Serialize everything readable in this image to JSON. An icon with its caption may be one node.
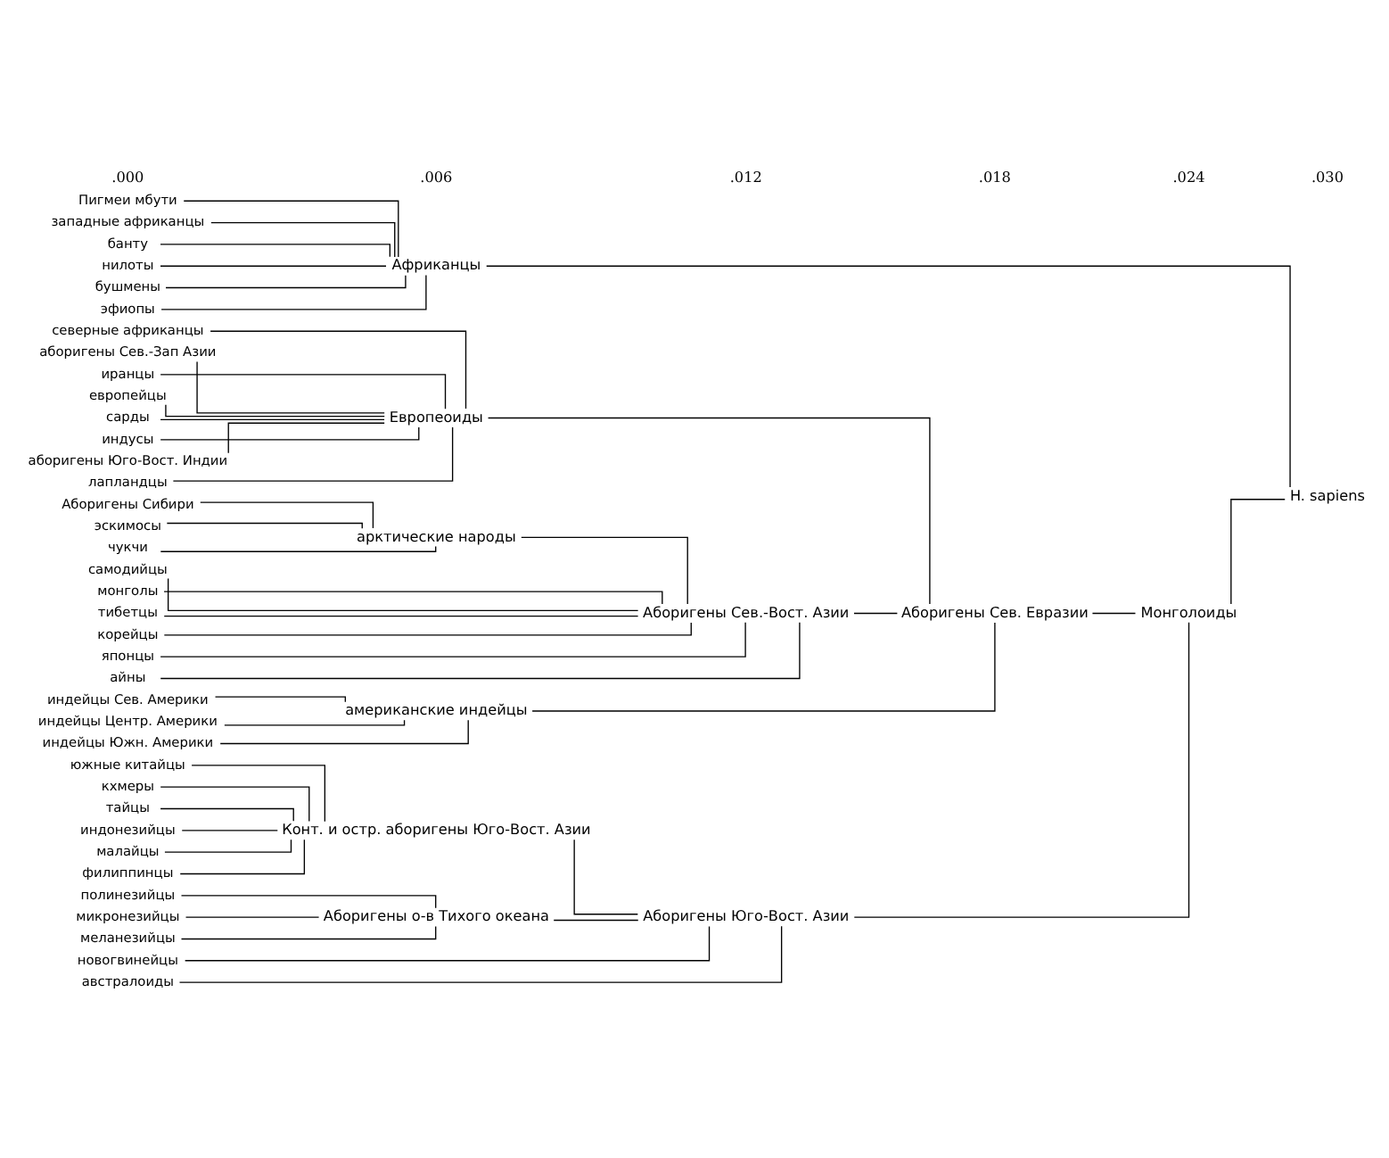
{
  "diagram": {
    "nodes": [
      {
        "text": [
          "H. sapiens"
        ]
      },
      {
        "text": [
          "Африканцы"
        ]
      },
      {
        "text": [
          "Монголоиды"
        ]
      },
      {
        "text": [
          "Аборигены Сев. Евразии"
        ]
      },
      {
        "text": [
          "Европеоиды"
        ]
      },
      {
        "text": [
          "Аборигены Сев.-Вост. Азии"
        ]
      },
      {
        "text": [
          "арктические народы"
        ]
      },
      {
        "text": [
          "американские индейцы"
        ]
      },
      {
        "text": [
          "Аборигены Юго-Вост. Азии"
        ]
      },
      {
        "text": [
          "Конт. и остр. аборигены Юго-Вост. Азии"
        ]
      },
      {
        "text": [
          "Аборигены о-в Тихого океана"
        ]
      },
      {
        "text": [
          "Пигмеи мбути"
        ]
      },
      {
        "text": [
          "западные африканцы"
        ]
      },
      {
        "text": [
          "банту"
        ]
      },
      {
        "text": [
          "нилоты"
        ]
      },
      {
        "text": [
          "бушмены"
        ]
      },
      {
        "text": [
          "эфиопы"
        ]
      },
      {
        "text": [
          "северные африканцы"
        ]
      },
      {
        "text": [
          "аборигены Сев.-Зап Азии"
        ]
      },
      {
        "text": [
          "иранцы"
        ]
      },
      {
        "text": [
          "европейцы"
        ]
      },
      {
        "text": [
          "сарды"
        ]
      },
      {
        "text": [
          "индусы"
        ]
      },
      {
        "text": [
          "аборигены Юго-Вост. Индии"
        ]
      },
      {
        "text": [
          "лапландцы"
        ]
      },
      {
        "text": [
          "самодийцы"
        ]
      },
      {
        "text": [
          "монголы"
        ]
      },
      {
        "text": [
          "тибетцы"
        ]
      },
      {
        "text": [
          "корейцы"
        ]
      },
      {
        "text": [
          "японцы"
        ]
      },
      {
        "text": [
          "айны"
        ]
      },
      {
        "text": [
          "Аборигены Сибири"
        ]
      },
      {
        "text": [
          "эскимосы"
        ]
      },
      {
        "text": [
          "чукчи"
        ]
      },
      {
        "text": [
          "индейцы Сев. Америки"
        ]
      },
      {
        "text": [
          "индейцы Центр. Америки"
        ]
      },
      {
        "text": [
          "индейцы Южн. Америки"
        ]
      },
      {
        "text": [
          "южные китайцы"
        ]
      },
      {
        "text": [
          "кхмеры"
        ]
      },
      {
        "text": [
          "тайцы"
        ]
      },
      {
        "text": [
          "индонезийцы"
        ]
      },
      {
        "text": [
          "малайцы"
        ]
      },
      {
        "text": [
          "филиппинцы"
        ]
      },
      {
        "text": [
          "полинезийцы"
        ]
      },
      {
        "text": [
          "микронезийцы"
        ]
      },
      {
        "text": [
          "меланезийцы"
        ]
      },
      {
        "text": [
          "новогвинейцы"
        ]
      },
      {
        "text": [
          "австралоиды"
        ]
      }
    ],
    "edges": [
      {
        "from": 0,
        "to": 1,
        "arrow": "none"
      },
      {
        "from": 0,
        "to": 2,
        "arrow": "none"
      },
      {
        "from": 2,
        "to": 3,
        "arrow": "none"
      },
      {
        "from": 2,
        "to": 8,
        "arrow": "none"
      },
      {
        "from": 3,
        "to": 4,
        "arrow": "none"
      },
      {
        "from": 3,
        "to": 5,
        "arrow": "none"
      },
      {
        "from": 3,
        "to": 7,
        "arrow": "none"
      },
      {
        "from": 5,
        "to": 6,
        "arrow": "none"
      },
      {
        "from": 8,
        "to": 9,
        "arrow": "none"
      },
      {
        "from": 8,
        "to": 10,
        "arrow": "none"
      },
      {
        "from": 8,
        "to": 46,
        "arrow": "none"
      },
      {
        "from": 8,
        "to": 47,
        "arrow": "none"
      },
      {
        "from": 1,
        "to": 11,
        "arrow": "none"
      },
      {
        "from": 1,
        "to": 12,
        "arrow": "none"
      },
      {
        "from": 1,
        "to": 13,
        "arrow": "none"
      },
      {
        "from": 1,
        "to": 14,
        "arrow": "none"
      },
      {
        "from": 1,
        "to": 15,
        "arrow": "none"
      },
      {
        "from": 1,
        "to": 16,
        "arrow": "none"
      },
      {
        "from": 4,
        "to": 17,
        "arrow": "none"
      },
      {
        "from": 4,
        "to": 18,
        "arrow": "none"
      },
      {
        "from": 4,
        "to": 19,
        "arrow": "none"
      },
      {
        "from": 4,
        "to": 20,
        "arrow": "none"
      },
      {
        "from": 4,
        "to": 21,
        "arrow": "none"
      },
      {
        "from": 4,
        "to": 22,
        "arrow": "none"
      },
      {
        "from": 4,
        "to": 23,
        "arrow": "none"
      },
      {
        "from": 4,
        "to": 24,
        "arrow": "none"
      },
      {
        "from": 5,
        "to": 25,
        "arrow": "none"
      },
      {
        "from": 5,
        "to": 26,
        "arrow": "none"
      },
      {
        "from": 5,
        "to": 27,
        "arrow": "none"
      },
      {
        "from": 5,
        "to": 28,
        "arrow": "none"
      },
      {
        "from": 5,
        "to": 29,
        "arrow": "none"
      },
      {
        "from": 5,
        "to": 30,
        "arrow": "none"
      },
      {
        "from": 6,
        "to": 31,
        "arrow": "none"
      },
      {
        "from": 6,
        "to": 32,
        "arrow": "none"
      },
      {
        "from": 6,
        "to": 33,
        "arrow": "none"
      },
      {
        "from": 7,
        "to": 34,
        "arrow": "none"
      },
      {
        "from": 7,
        "to": 35,
        "arrow": "none"
      },
      {
        "from": 7,
        "to": 36,
        "arrow": "none"
      },
      {
        "from": 9,
        "to": 37,
        "arrow": "none"
      },
      {
        "from": 9,
        "to": 38,
        "arrow": "none"
      },
      {
        "from": 9,
        "to": 39,
        "arrow": "none"
      },
      {
        "from": 9,
        "to": 40,
        "arrow": "none"
      },
      {
        "from": 9,
        "to": 41,
        "arrow": "none"
      },
      {
        "from": 9,
        "to": 42,
        "arrow": "none"
      },
      {
        "from": 10,
        "to": 43,
        "arrow": "none"
      },
      {
        "from": 10,
        "to": 44,
        "arrow": "none"
      },
      {
        "from": 10,
        "to": 45,
        "arrow": "none"
      }
    ],
    "labels": [
      ".000",
      ".006",
      ".012",
      ".018",
      ".024",
      ".030"
    ]
  }
}
